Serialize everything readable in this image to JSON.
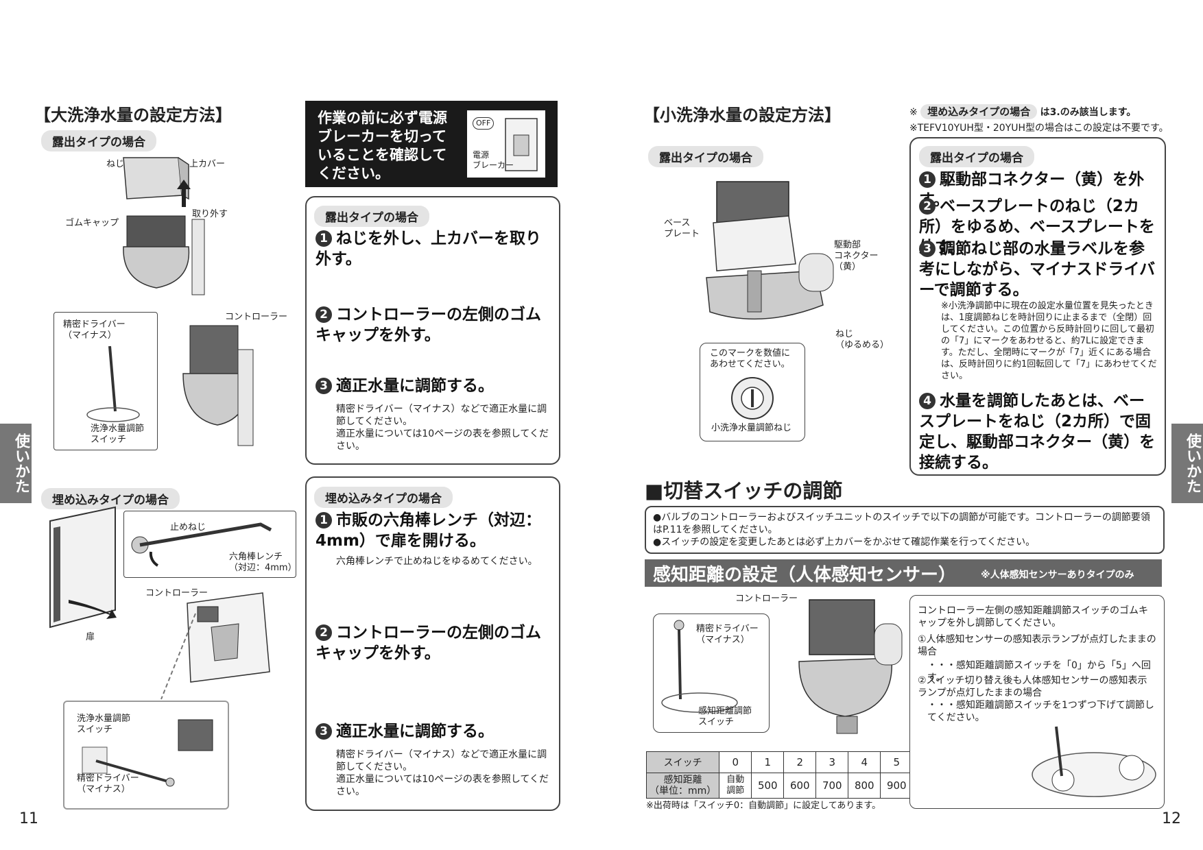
{
  "left": {
    "title": "【大洗浄水量の設定方法】",
    "exposed_label": "露出タイプの場合",
    "embedded_label": "埋め込みタイプの場合",
    "diagram1": {
      "screw": "ねじ",
      "cover": "上カバー",
      "remove": "取り外す",
      "rubber_cap": "ゴムキャップ",
      "driver": "精密ドライバー\n（マイナス）",
      "controller": "コントローラー",
      "switch": "洗浄水量調節\nスイッチ"
    },
    "diagram2": {
      "stop_screw": "止めねじ",
      "hex_wrench": "六角棒レンチ\n（対辺：4mm）",
      "controller": "コントローラー",
      "door": "扉",
      "switch": "洗浄水量調節\nスイッチ",
      "driver": "精密ドライバー\n（マイナス）"
    },
    "warning": "作業の前に必ず電源ブレーカーを切っていることを確認してください。",
    "warning_off": "OFF",
    "warning_breaker": "電源\nブレーカー",
    "box1": {
      "label": "露出タイプの場合",
      "steps": [
        {
          "n": "1",
          "text": "ねじを外し、上カバーを取り外す。"
        },
        {
          "n": "2",
          "text": "コントローラーの左側のゴムキャップを外す。"
        },
        {
          "n": "3",
          "text": "適正水量に調節する。"
        }
      ],
      "note": "精密ドライバー（マイナス）などで適正水量に調節してください。\n適正水量については10ページの表を参照してください。"
    },
    "box2": {
      "label": "埋め込みタイプの場合",
      "steps": [
        {
          "n": "1",
          "text": "市販の六角棒レンチ（対辺：4mm）で扉を開ける。"
        },
        {
          "n": "2",
          "text": "コントローラーの左側のゴムキャップを外す。"
        },
        {
          "n": "3",
          "text": "適正水量に調節する。"
        }
      ],
      "note1": "六角棒レンチで止めねじをゆるめてください。",
      "note3": "精密ドライバー（マイナス）などで適正水量に調節してください。\n適正水量については10ページの表を参照してください。"
    },
    "side_tab": "使いかた",
    "page_num": "11"
  },
  "right": {
    "title": "【小洗浄水量の設定方法】",
    "top_note1_prefix": "※",
    "top_note1_pill": "埋め込みタイプの場合",
    "top_note1_suffix": "は3.のみ該当します。",
    "top_note2": "※TEFV10YUH型・20YUH型の場合はこの設定は不要です。",
    "exposed_label": "露出タイプの場合",
    "diagram": {
      "base_plate": "ベース\nプレート",
      "connector": "駆動部\nコネクター\n（黄）",
      "screw": "ねじ\n（ゆるめる）",
      "mark_note": "このマークを数値に\nあわせてください。",
      "knob": "小洗浄水量調節ねじ"
    },
    "box": {
      "label": "露出タイプの場合",
      "steps": [
        {
          "n": "1",
          "text": "駆動部コネクター（黄）を外す。"
        },
        {
          "n": "2",
          "text": "ベースプレートのねじ（2カ所）をゆるめ、ベースプレートを外す。"
        },
        {
          "n": "3",
          "text": "調節ねじ部の水量ラベルを参考にしながら、マイナスドライバーで調節する。"
        },
        {
          "n": "4",
          "text": "水量を調節したあとは、ベースプレートをねじ（2カ所）で固定し、駆動部コネクター（黄）を接続する。"
        }
      ],
      "note3": "※小洗浄調節中に現在の設定水量位置を見失ったときは、1度調節ねじを時計回りに止まるまで（全閉）回してください。この位置から反時計回りに回して最初の「7」にマークをあわせると、約7Lに設定できます。ただし、全閉時にマークが「7」近くにある場合は、反時計回りに約1回転回して「7」にあわせてください。"
    },
    "switch_title": "■切替スイッチの調節",
    "switch_notes": [
      "●バルブのコントローラーおよびスイッチユニットのスイッチで以下の調節が可能です。コントローラーの調節要領はP.11を参照してください。",
      "●スイッチの設定を変更したあとは必ず上カバーをかぶせて確認作業を行ってください。"
    ],
    "sensor_title": "感知距離の設定（人体感知センサー）",
    "sensor_note": "※人体感知センサーありタイプのみ",
    "sensor_diagram": {
      "controller": "コントローラー",
      "driver": "精密ドライバー\n（マイナス）",
      "switch": "感知距離調節\nスイッチ"
    },
    "table": {
      "row1_head": "スイッチ",
      "row1": [
        "0",
        "1",
        "2",
        "3",
        "4",
        "5"
      ],
      "row2_head": "感知距離\n（単位：mm）",
      "row2": [
        "自動\n調節",
        "500",
        "600",
        "700",
        "800",
        "900"
      ]
    },
    "table_note": "※出荷時は「スイッチ0：自動調節」に設定してあります。",
    "instructions": [
      "コントローラー左側の感知距離調節スイッチのゴムキャップを外し調節してください。",
      "①人体感知センサーの感知表示ランプが点灯したままの場合",
      "・・・感知距離調節スイッチを「0」から「5」へ回す。",
      "②スイッチ切り替え後も人体感知センサーの感知表示ランプが点灯したままの場合",
      "・・・感知距離調節スイッチを1つずつ下げて調節してください。"
    ],
    "side_tab": "使いかた",
    "page_num": "12"
  }
}
